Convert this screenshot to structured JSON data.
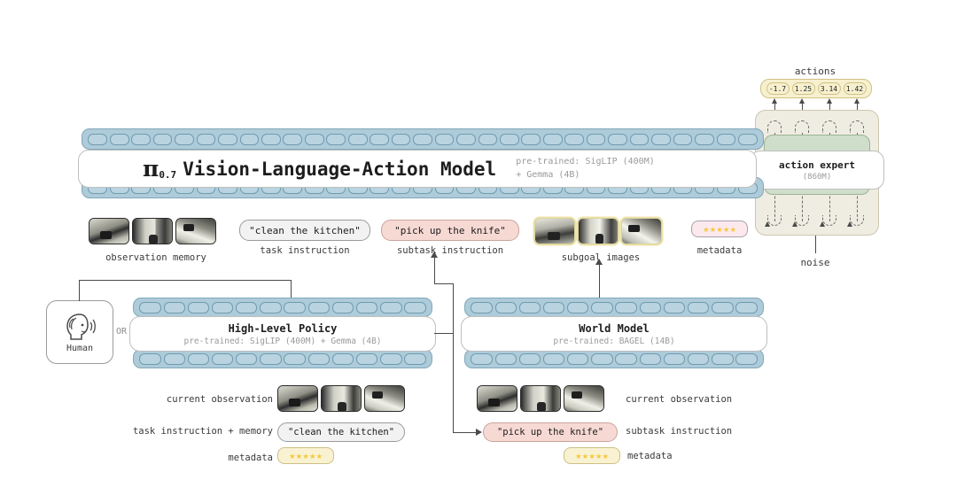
{
  "diagram": {
    "title": "pi-0.7 Vision-Language-Action Model architecture",
    "colors": {
      "token_blue": "#aecbd9",
      "token_green": "#cfdecb",
      "bubble_pink": "#f7d9d4",
      "bubble_cream": "#f7f0cf",
      "plate_beige": "#efece1",
      "star_yellow": "#f5c944"
    }
  },
  "vla": {
    "pi_symbol": "π",
    "pi_subscript": "0.7",
    "title": "Vision-Language-Action Model",
    "pretrained_line1": "pre-trained: SigLIP (400M)",
    "pretrained_line2": "+ Gemma (4B)",
    "token_count_top": 31,
    "token_count_bottom": 31
  },
  "actions": {
    "label": "actions",
    "values": [
      "-1.7",
      "1.25",
      "3.14",
      "1.42"
    ]
  },
  "action_expert": {
    "title": "action expert",
    "params": "(860M)",
    "noise_label": "noise",
    "token_count": 4
  },
  "inputs": {
    "observation_memory_label": "observation memory",
    "observation_memory_count": 3,
    "task_instruction_text": "\"clean the kitchen\"",
    "task_instruction_label": "task instruction",
    "subtask_instruction_text": "\"pick up the knife\"",
    "subtask_instruction_label": "subtask instruction",
    "subgoal_images_label": "subgoal images",
    "subgoal_images_count": 3,
    "metadata_label": "metadata",
    "metadata_stars": 5
  },
  "high_level_policy": {
    "title": "High-Level Policy",
    "pretrained": "pre-trained: SigLIP (400M) + Gemma (4B)",
    "token_count": 12,
    "inputs": {
      "current_observation_label": "current observation",
      "current_observation_count": 3,
      "task_instruction_label": "task instruction + memory",
      "task_instruction_text": "\"clean the kitchen\"",
      "metadata_label": "metadata",
      "metadata_stars": 5
    }
  },
  "world_model": {
    "title": "World Model",
    "pretrained": "pre-trained: BAGEL (14B)",
    "token_count": 12,
    "inputs": {
      "current_observation_label": "current observation",
      "current_observation_count": 3,
      "subtask_instruction_label": "subtask instruction",
      "subtask_instruction_text": "\"pick up the knife\"",
      "metadata_label": "metadata",
      "metadata_stars": 5
    }
  },
  "human": {
    "label": "Human",
    "icon": "speaking-head-icon",
    "or_label": "OR"
  }
}
